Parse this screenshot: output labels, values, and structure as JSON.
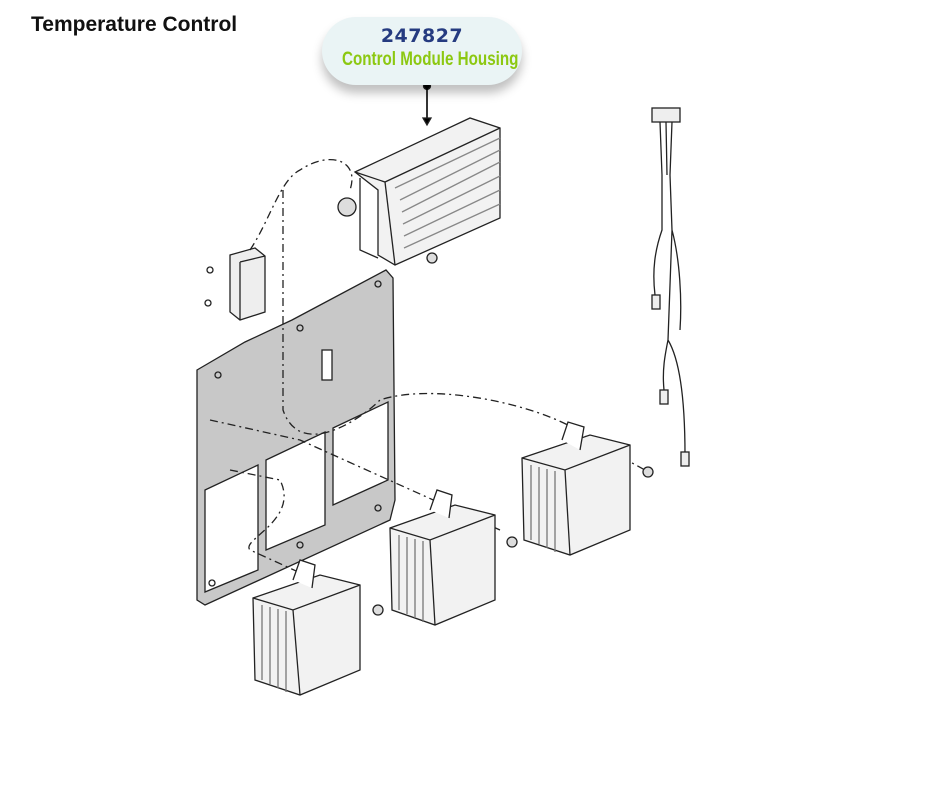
{
  "title": "Temperature Control",
  "callout": {
    "part_number": "247827",
    "part_name": "Control Module Housing"
  }
}
